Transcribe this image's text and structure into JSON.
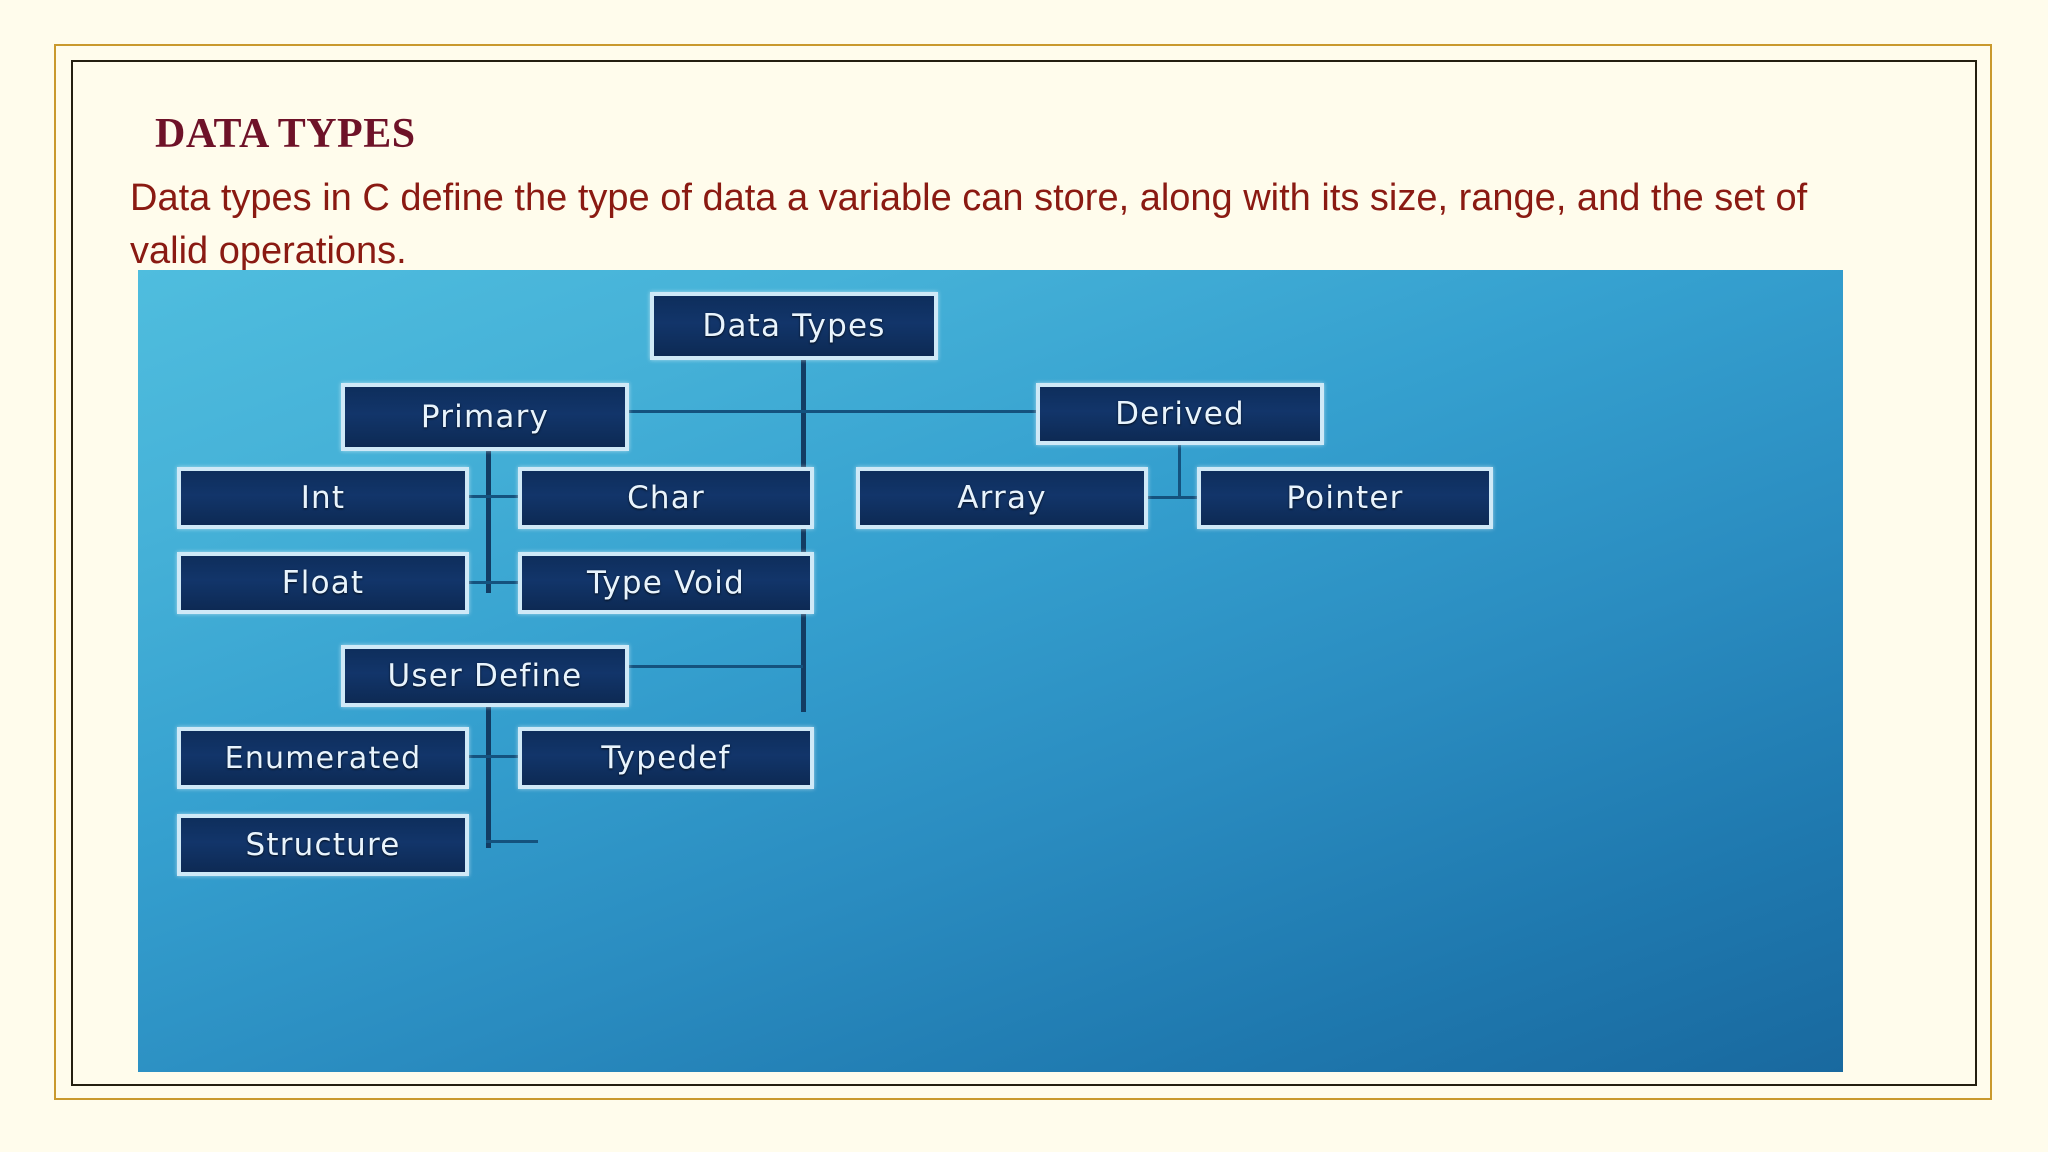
{
  "slide": {
    "title": "DATA TYPES",
    "body": "Data types in C define the type of data a variable can store, along with its size, range, and the set of valid operations.",
    "colors": {
      "background": "#FFFCEC",
      "outer_frame": "#C9992E",
      "inner_frame": "#241F10",
      "title_text": "#6E1228",
      "body_text": "#8A1A12",
      "node_fill": "#12356A",
      "node_border": "#CFE9F7",
      "node_text": "#E8F4FD",
      "diagram_bg_top": "#4FBDDE",
      "diagram_bg_bottom": "#19699F",
      "connector": "#123C63"
    }
  },
  "chart_data": {
    "type": "diagram",
    "title": "Data Types",
    "nodes": [
      {
        "id": "root",
        "label": "Data Types",
        "level": 0
      },
      {
        "id": "primary",
        "label": "Primary",
        "level": 1,
        "parent": "root"
      },
      {
        "id": "derived",
        "label": "Derived",
        "level": 1,
        "parent": "root"
      },
      {
        "id": "userdefine",
        "label": "User Define",
        "level": 1,
        "parent": "root"
      },
      {
        "id": "int",
        "label": "Int",
        "level": 2,
        "parent": "primary"
      },
      {
        "id": "char",
        "label": "Char",
        "level": 2,
        "parent": "primary"
      },
      {
        "id": "float",
        "label": "Float",
        "level": 2,
        "parent": "primary"
      },
      {
        "id": "typevoid",
        "label": "Type Void",
        "level": 2,
        "parent": "primary"
      },
      {
        "id": "array",
        "label": "Array",
        "level": 2,
        "parent": "derived"
      },
      {
        "id": "pointer",
        "label": "Pointer",
        "level": 2,
        "parent": "derived"
      },
      {
        "id": "enumerated",
        "label": "Enumerated",
        "level": 2,
        "parent": "userdefine"
      },
      {
        "id": "typedef",
        "label": "Typedef",
        "level": 2,
        "parent": "userdefine"
      },
      {
        "id": "structure",
        "label": "Structure",
        "level": 2,
        "parent": "userdefine"
      }
    ],
    "edges": [
      {
        "from": "root",
        "to": "primary"
      },
      {
        "from": "root",
        "to": "derived"
      },
      {
        "from": "root",
        "to": "userdefine"
      },
      {
        "from": "primary",
        "to": "int"
      },
      {
        "from": "primary",
        "to": "char"
      },
      {
        "from": "primary",
        "to": "float"
      },
      {
        "from": "primary",
        "to": "typevoid"
      },
      {
        "from": "derived",
        "to": "array"
      },
      {
        "from": "derived",
        "to": "pointer"
      },
      {
        "from": "userdefine",
        "to": "enumerated"
      },
      {
        "from": "userdefine",
        "to": "typedef"
      },
      {
        "from": "userdefine",
        "to": "structure"
      }
    ]
  }
}
